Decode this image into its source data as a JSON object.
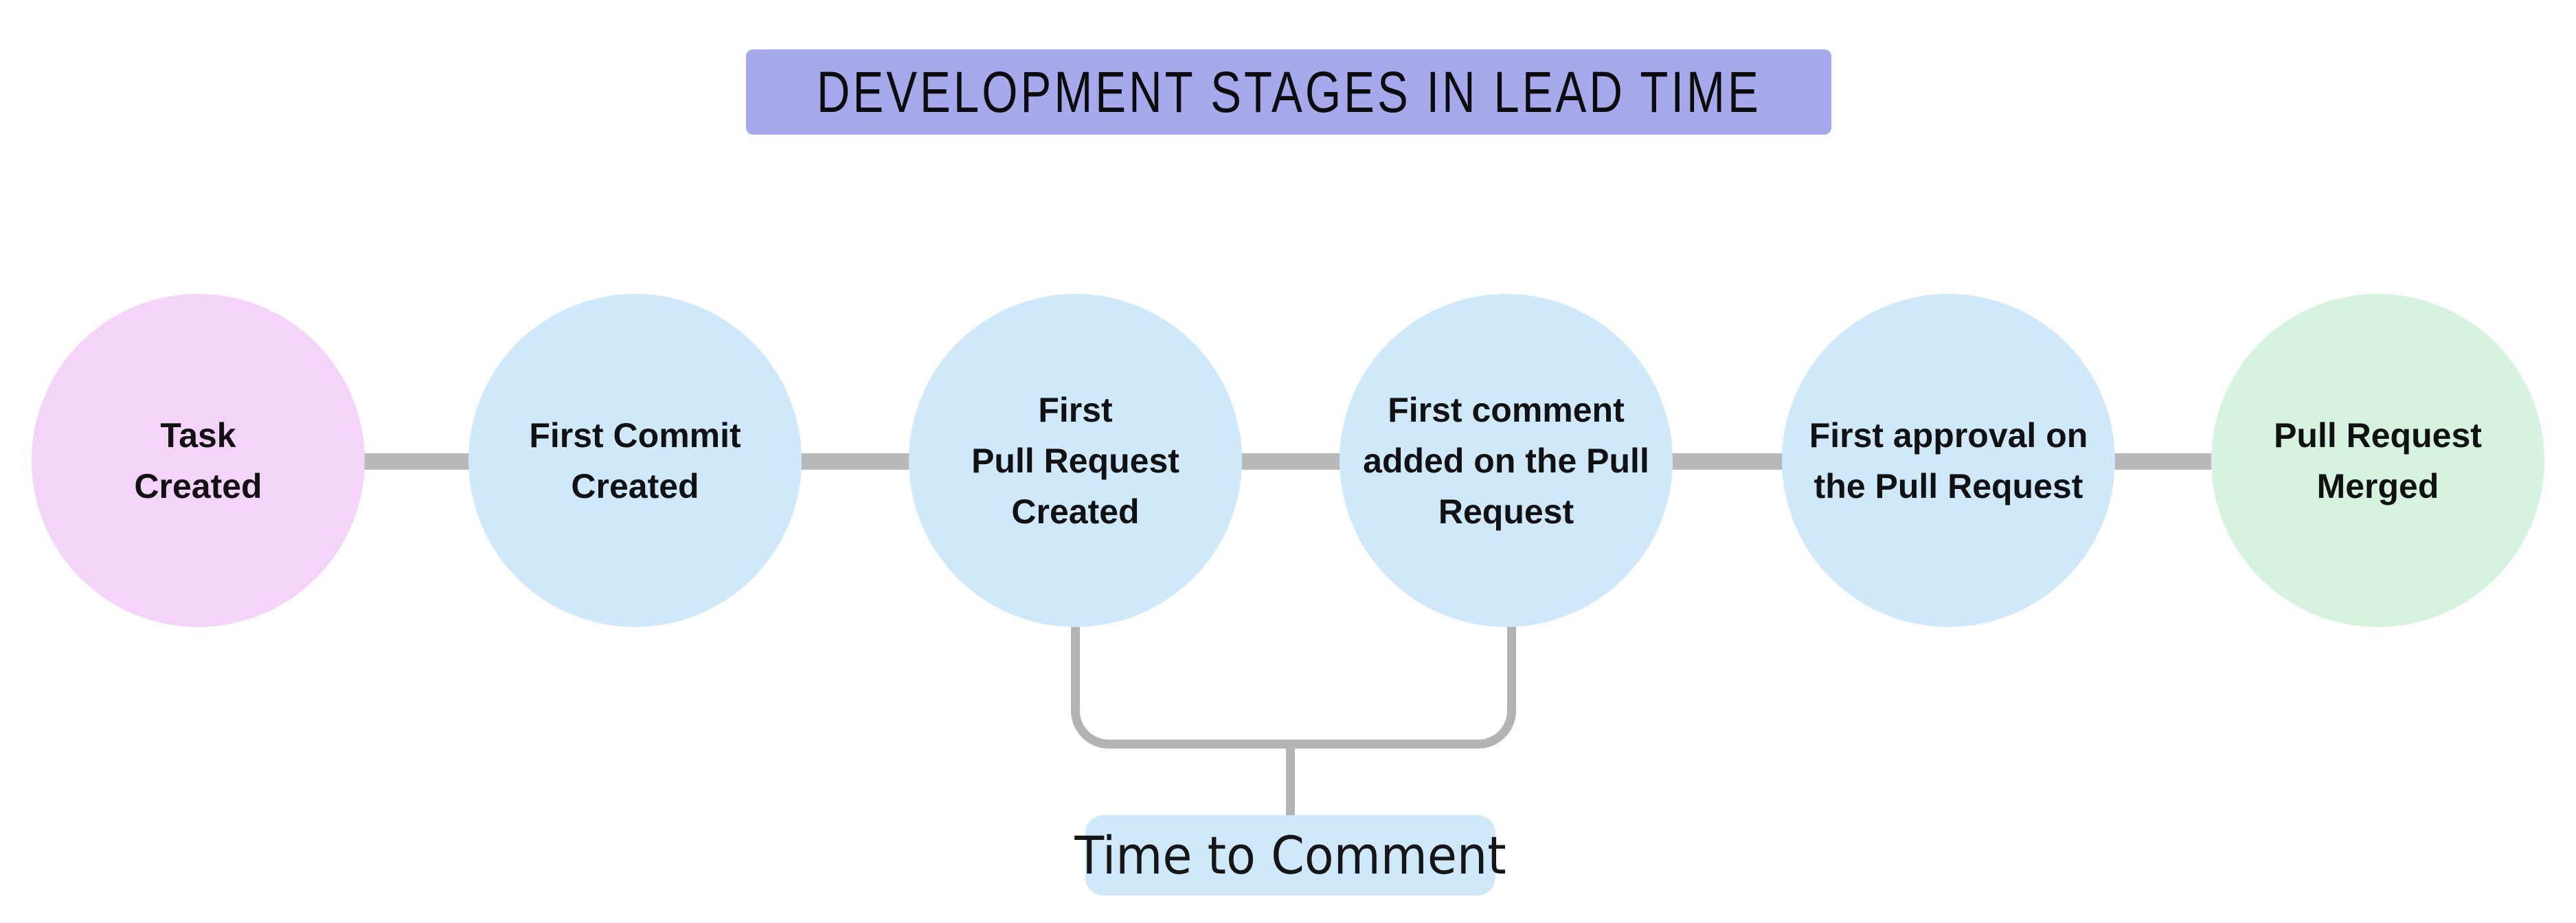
{
  "title": {
    "text": "DEVELOPMENT STAGES IN LEAD TIME"
  },
  "stages": [
    {
      "id": "task-created",
      "label": "Task\nCreated",
      "color": "#f4d4f8"
    },
    {
      "id": "first-commit-created",
      "label": "First Commit\nCreated",
      "color": "#cfe9fb"
    },
    {
      "id": "first-pull-request-created",
      "label": "First\nPull Request\nCreated",
      "color": "#cfe9fb"
    },
    {
      "id": "first-comment-added",
      "label": "First comment\nadded on the Pull\nRequest",
      "color": "#cfe9fb"
    },
    {
      "id": "first-approval",
      "label": "First approval on\nthe Pull Request",
      "color": "#cfe9fb"
    },
    {
      "id": "pull-request-merged",
      "label": "Pull Request\nMerged",
      "color": "#d5f3de"
    }
  ],
  "annotation": {
    "label": "Time to Comment"
  },
  "colors": {
    "banner_bg": "#a6aaec",
    "connector": "#b9b9b9",
    "bracket": "#b3b3b3",
    "annotation_bg": "#cfe9fb"
  }
}
